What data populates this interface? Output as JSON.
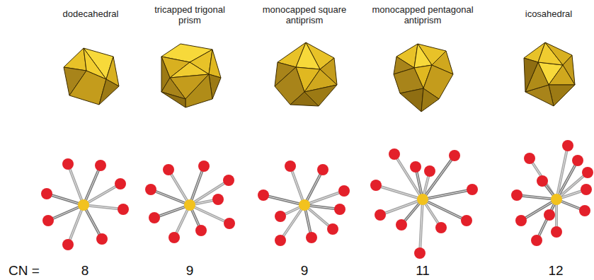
{
  "diagram": {
    "labels": [
      "dodecahedral",
      "tricapped trigonal prism",
      "monocapped square antiprism",
      "monocapped pentagonal antiprism",
      "icosahedral",
      "CN =",
      "8",
      "9",
      "9",
      "11",
      "12"
    ]
  }
}
